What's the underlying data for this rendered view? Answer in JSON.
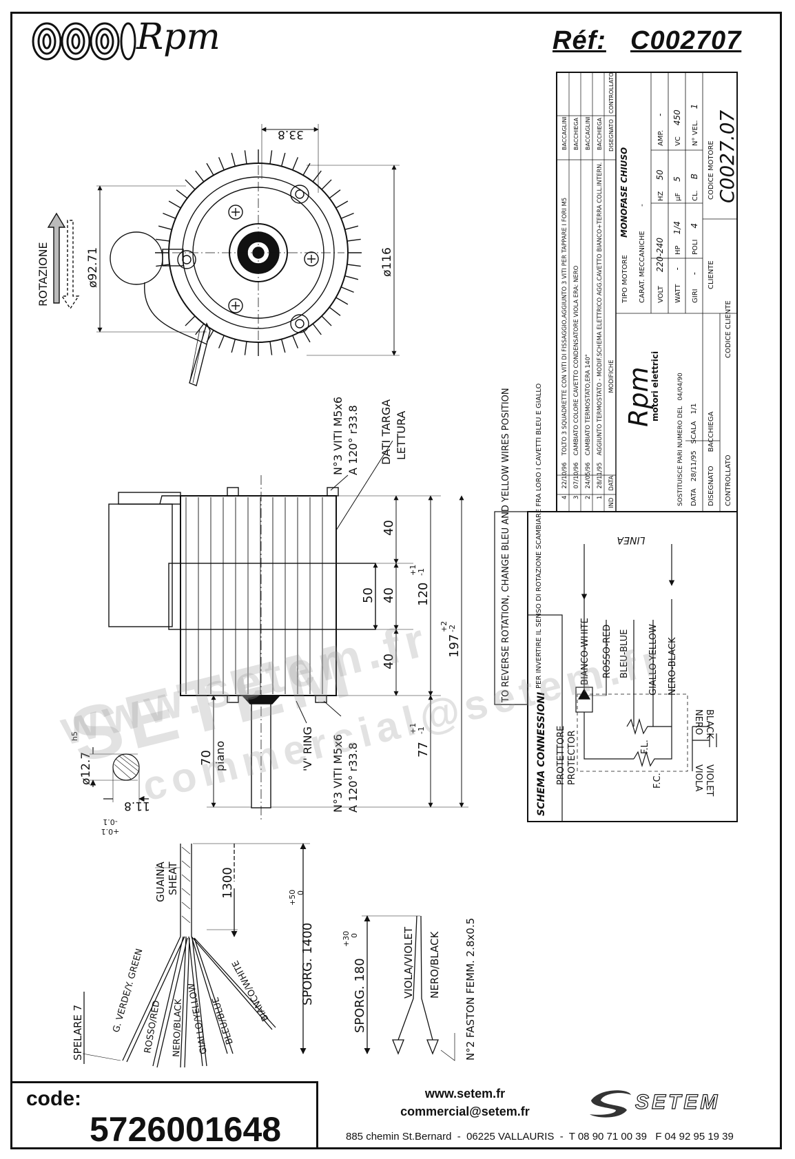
{
  "header": {
    "brand": "Rpm",
    "reference_label": "Réf:",
    "reference_code": "C002707"
  },
  "front_view": {
    "rotation_label": "ROTAZIONE",
    "dim_diameter_92": "ø92.71",
    "dim_diameter_116": "ø116",
    "dim_offset": "33.8"
  },
  "side_view": {
    "screws_top": [
      "N°3 VITI M5x6",
      "A 120° r33.8"
    ],
    "plate_label": [
      "DATI TARGA",
      "LETTURA"
    ],
    "screws_bottom": [
      "N°3 VITI M5x6",
      "A 120° r33.8"
    ],
    "v_ring": "'V' RING",
    "dim_40_a": "40",
    "dim_40_b": "40",
    "dim_40_c": "40",
    "dim_50": "50",
    "dim_120": "120",
    "dim_120_tol_plus": "+1",
    "dim_120_tol_minus": "-1",
    "dim_197": "197",
    "dim_197_tol_plus": "+2",
    "dim_197_tol_minus": "-2",
    "dim_77": "77",
    "dim_77_tol_plus": "+1",
    "dim_77_tol_minus": "-1",
    "dim_70": "70",
    "piano": "piano"
  },
  "shaft_detail": {
    "diameter": "ø12.7",
    "tolerance": "h5",
    "flat": "11.8",
    "flat_tol": [
      "-0.1",
      "+0.1"
    ]
  },
  "cables": {
    "sheath": [
      "GUAINA",
      "SHEAT"
    ],
    "dim_1300": "1300",
    "sporg_1400": "SPORG. 1400",
    "sporg_1400_tol": "+50",
    "sporg_1400_tol2": "0",
    "strip": "SPELARE 7",
    "wires": [
      "G. VERDE/Y. GREEN",
      "ROSSO/RED",
      "NERO/BLACK",
      "GIALLO/YELLOW",
      "BLEU/BLUE",
      "BIANCO/WHITE"
    ],
    "sporg_180": "SPORG. 180",
    "sporg_180_tol": "+30",
    "sporg_180_tol2": "0",
    "cap_wires": [
      "VIOLA/VIOLET",
      "NERO/BLACK"
    ],
    "faston": "N°2 FASTON FEMM. 2.8x0.5"
  },
  "connection_diagram": {
    "title": "SCHEMA CONNESSIONI",
    "reverse_it": "PER INVERTIRE IL SENSO DI ROTAZIONE SCAMBIARE FRA LORO I CAVETTI BLEU E GIALLO",
    "reverse_en": "TO REVERSE ROTATION, CHANGE BLEU AND YELLOW WIRES POSITION",
    "linea": "LINEA",
    "wire_labels": [
      "BIANCO-WHITE",
      "ROSSO-RED",
      "BLEU-BLUE",
      "GIALLO-YELLOW",
      "NERO-BLACK"
    ],
    "protector": [
      "PROTETTORE",
      "PROTECTOR"
    ],
    "fl": "F.L.",
    "fc": "F.C.",
    "nero_black": [
      "NERO",
      "BLACK"
    ],
    "viola_violet": [
      "VIOLA",
      "VIOLET"
    ]
  },
  "title_block": {
    "revisions": [
      {
        "ind": "4",
        "date": "22/10/96",
        "desc": "TOLTO 3 SQUADRETTE CON VITI DI FISSAGGIO,AGGIUNTO 3 VITI PER TAPPARE I FORI M5",
        "by": "BACCAGLINI"
      },
      {
        "ind": "3",
        "date": "07/10/96",
        "desc": "CAMBIATO COLORE CAVETTO CONDENSATORE VIOLA ERA: NERO",
        "by": "BACCHIEGA"
      },
      {
        "ind": "2",
        "date": "24/05/96",
        "desc": "CAMBIATO TERMOSTATO,ERA 140°",
        "by": "BACCAGLINI"
      },
      {
        "ind": "1",
        "date": "28/11/95",
        "desc": "AGGIUNTO TERMOSTATO - MODIF.SCHEMA ELETTRICO AGG.CAVETTO BIANCO+TERRA COLL.INTERN.",
        "by": "BACCHIEGA"
      }
    ],
    "header": {
      "ind": "IND",
      "date": "DATA",
      "desc": "MODIFICHE",
      "drawn": "DISEGNATO",
      "checked": "CONTROLLATO"
    },
    "company": "Rpm",
    "company_sub": "motori elettrici",
    "tipo_motore_label": "TIPO MOTORE",
    "tipo_motore": "MONOFASE CHIUSO",
    "carat_label": "CARAT. MECCANICHE",
    "carat_value": "-",
    "volt_label": "VOLT",
    "volt": "220-240",
    "hz_label": "HZ",
    "hz": "50",
    "amp_label": "AMP.",
    "amp": "-",
    "watt_label": "WATT",
    "watt": "-",
    "hp_label": "HP",
    "hp": "1/4",
    "uf_label": "µF",
    "uf": "5",
    "vc_label": "VC",
    "vc": "450",
    "giri_label": "GIRI",
    "giri": "-",
    "poli_label": "POLI",
    "poli": "4",
    "cl_label": "CL.",
    "cl": "B",
    "nvel_label": "N° VEL.",
    "nvel": "1",
    "replaces": "SOSTITUISCE PARI NUMERO DEL",
    "replaces_date": "04/04/90",
    "data_label": "DATA",
    "data": "28/11/95",
    "scala_label": "SCALA",
    "scala": "1/1",
    "disegnato_label": "DISEGNATO",
    "disegnato": "BACCHIEGA",
    "controllato_label": "CONTROLLATO",
    "cliente_label": "CLIENTE",
    "codice_cliente_label": "CODICE CLIENTE",
    "codice_motore_label": "CODICE MOTORE",
    "codice_motore": "C0027.07"
  },
  "watermark": {
    "line1": "www.setem.fr",
    "line2": "SETEM",
    "line3": "commercial@setem.fr"
  },
  "footer": {
    "code_label": "code:",
    "code": "5726001648",
    "website": "www.setem.fr",
    "email": "commercial@setem.fr",
    "address": "885 chemin St.Bernard  -  06225 VALLAURIS  -  T 08 90 71 00 39   F 04 92 95 19 39",
    "setem_logo": "SETEM"
  }
}
